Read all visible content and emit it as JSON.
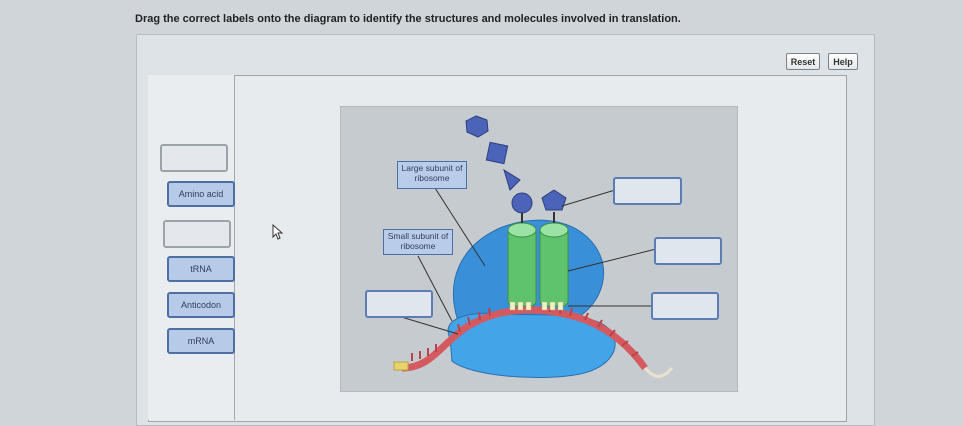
{
  "instruction": "Drag the correct labels onto the diagram to identify the structures and molecules involved in translation.",
  "toolbar": {
    "reset_label": "Reset",
    "help_label": "Help"
  },
  "label_bank": [
    {
      "label": "Amino acid"
    },
    {
      "label": "tRNA"
    },
    {
      "label": "Anticodon"
    },
    {
      "label": "mRNA"
    }
  ],
  "diagram": {
    "large_subunit_label": "Large subunit of ribosome",
    "small_subunit_label": "Small subunit of ribosome"
  },
  "colors": {
    "ribosome": "#3a8fd9",
    "mrna": "#d45a5f",
    "trna": "#5fc36d",
    "amino_acid": "#4b63b8",
    "label_fill": "#b7cbe9",
    "label_border": "#4d6fa6"
  }
}
